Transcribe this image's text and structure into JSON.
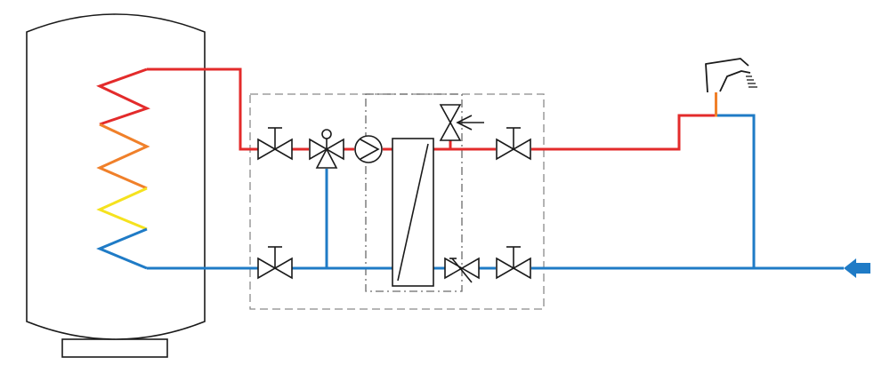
{
  "diagram": {
    "colors": {
      "hot_pipe": "#e32b2b",
      "cold_pipe": "#1f7bc6",
      "coil_hot": "#e32b2b",
      "coil_orange": "#f0802a",
      "coil_yellow": "#f5e21e",
      "coil_blue": "#1f7bc6",
      "tap_connector": "#f0802a",
      "outline": "#1a1a1a",
      "module_border": "#8a8a8a"
    },
    "components": [
      "storage-tank",
      "heating-coil",
      "shutoff-valve",
      "thermostatic-mixing-valve",
      "circulation-pump",
      "plate-heat-exchanger",
      "flow-control-valve",
      "adjustable-balancing-valve",
      "hot-water-tap",
      "cold-water-inlet-arrow"
    ]
  }
}
